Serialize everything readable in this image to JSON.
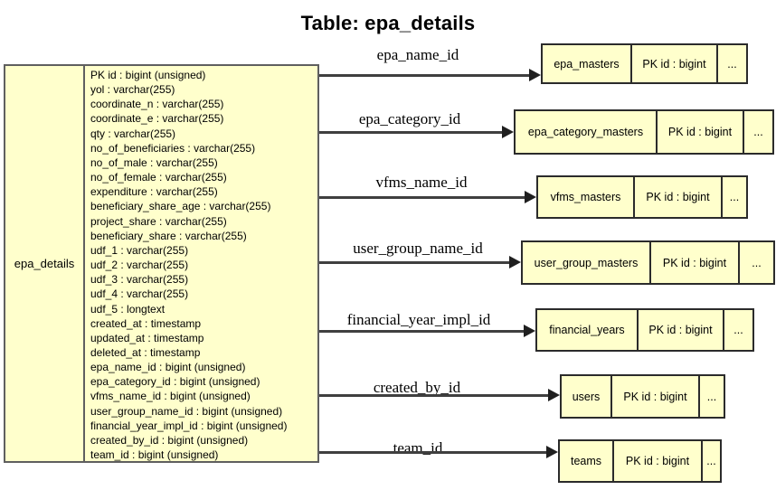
{
  "title": "Table: epa_details",
  "main_table": {
    "name": "epa_details",
    "columns": [
      "PK id : bigint (unsigned)",
      "yol : varchar(255)",
      "coordinate_n : varchar(255)",
      "coordinate_e : varchar(255)",
      "qty : varchar(255)",
      "no_of_beneficiaries : varchar(255)",
      "no_of_male : varchar(255)",
      "no_of_female : varchar(255)",
      "expenditure : varchar(255)",
      "beneficiary_share_age : varchar(255)",
      "project_share : varchar(255)",
      "beneficiary_share : varchar(255)",
      "udf_1 : varchar(255)",
      "udf_2 : varchar(255)",
      "udf_3 : varchar(255)",
      "udf_4 : varchar(255)",
      "udf_5 : longtext",
      "created_at : timestamp",
      "updated_at : timestamp",
      "deleted_at : timestamp",
      "epa_name_id : bigint (unsigned)",
      "epa_category_id : bigint (unsigned)",
      "vfms_name_id : bigint (unsigned)",
      "user_group_name_id : bigint (unsigned)",
      "financial_year_impl_id : bigint (unsigned)",
      "created_by_id : bigint (unsigned)",
      "team_id : bigint (unsigned)"
    ]
  },
  "relationships": [
    {
      "label": "epa_name_id",
      "table": "epa_masters",
      "pk": "PK id : bigint",
      "more": "..."
    },
    {
      "label": "epa_category_id",
      "table": "epa_category_masters",
      "pk": "PK id : bigint",
      "more": "..."
    },
    {
      "label": "vfms_name_id",
      "table": "vfms_masters",
      "pk": "PK id : bigint",
      "more": "..."
    },
    {
      "label": "user_group_name_id",
      "table": "user_group_masters",
      "pk": "PK id : bigint",
      "more": "..."
    },
    {
      "label": "financial_year_impl_id",
      "table": "financial_years",
      "pk": "PK id : bigint",
      "more": "..."
    },
    {
      "label": "created_by_id",
      "table": "users",
      "pk": "PK id : bigint",
      "more": "..."
    },
    {
      "label": "team_id",
      "table": "teams",
      "pk": "PK id : bigint",
      "more": "..."
    }
  ],
  "colors": {
    "table_fill": "#FFFFCC",
    "main_table_border": "#5F5F5F",
    "related_table_border": "#2B2B2B",
    "arrow_line": "#3F3F3F",
    "arrow_head": "#1F1F1F",
    "text": "#000000",
    "background": "#FFFFFF"
  }
}
